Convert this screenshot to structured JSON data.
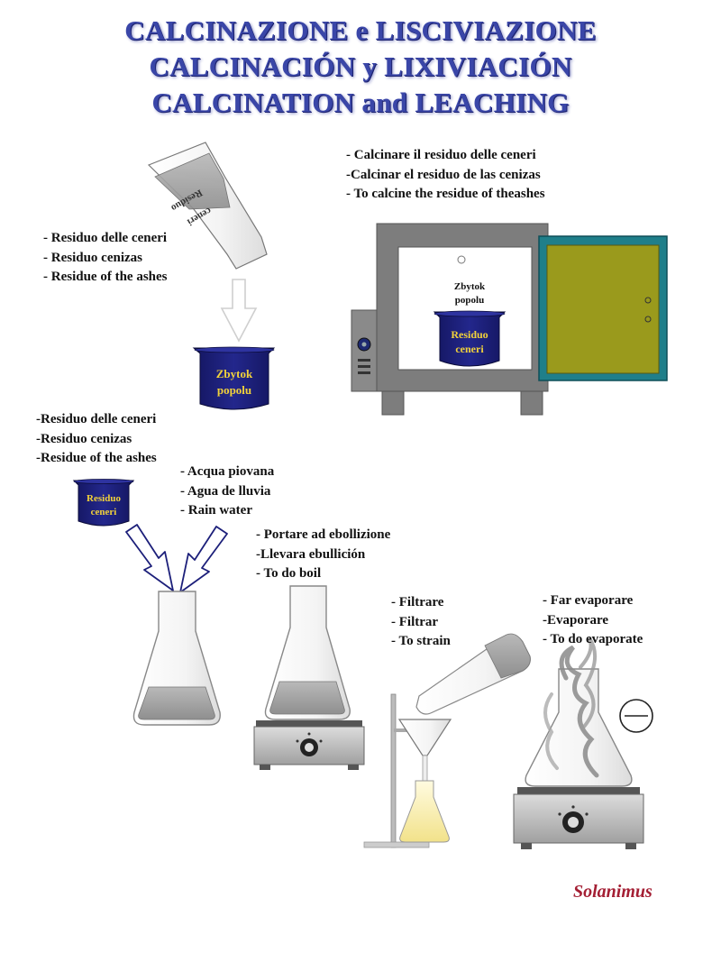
{
  "title_lines": [
    "CALCINAZIONE e LISCIVIAZIONE",
    "CALCINACIÓN y LIXIVIACIÓN",
    "CALCINATION and LEACHING"
  ],
  "labels": {
    "calcine": [
      "- Calcinare il residuo delle ceneri",
      "-Calcinar el residuo de las cenizas",
      "- To calcine the residue of theashes"
    ],
    "ash_residue_top": [
      "- Residuo delle ceneri",
      "- Residuo cenizas",
      "- Residue of the ashes"
    ],
    "ash_residue_mid": [
      "-Residuo delle ceneri",
      "-Residuo cenizas",
      "-Residue of the ashes"
    ],
    "rain_water": [
      "- Acqua piovana",
      "- Agua de lluvia",
      "- Rain water"
    ],
    "boil": [
      "- Portare ad ebollizione",
      "-Llevara ebullición",
      "- To do boil"
    ],
    "filter": [
      "- Filtrare",
      "- Filtrar",
      "- To strain"
    ],
    "evaporate": [
      "- Far evaporare",
      "-Evaporare",
      "- To do evaporate"
    ]
  },
  "beakers": {
    "zbytok": "Zbytok popolu",
    "zbytok_line1": "Zbytok",
    "zbytok_line2": "popolu",
    "residuo_line1": "Residuo",
    "residuo_line2": "ceneri"
  },
  "bag_text": [
    "Residuo",
    "ceneri"
  ],
  "oven_label": [
    "Zbytok",
    "popolu"
  ],
  "credit": "Solanimus",
  "colors": {
    "title": "#3a46a8",
    "beaker": "#1c1f7a",
    "beaker_text": "#f2d23a",
    "oven_body": "#7d7d7d",
    "oven_door": "#9a9a1c",
    "oven_door_frame": "#1f7f8a",
    "credit": "#a41f34"
  }
}
